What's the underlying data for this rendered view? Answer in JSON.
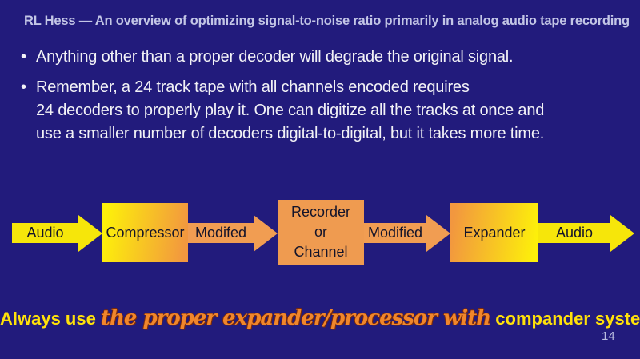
{
  "header": {
    "title": "RL Hess — An overview of optimizing signal-to-noise ratio primarily in analog audio tape recording"
  },
  "bullets": [
    {
      "lines": [
        "Anything other than a proper decoder will degrade the original signal."
      ]
    },
    {
      "lines": [
        "Remember, a 24 track tape with all channels encoded requires",
        "24 decoders to properly play it. One can digitize all the tracks at once and",
        "use a smaller number of decoders digital-to-digital, but it takes more time."
      ]
    }
  ],
  "bullet_glyph": "•",
  "diagram": {
    "input_arrow": "Audio",
    "compressor": "Compressor",
    "arrow1": "Modifed",
    "recorder_lines": [
      "Recorder",
      "or",
      "Channel"
    ],
    "arrow2": "Modified",
    "expander": "Expander",
    "output_arrow": "Audio"
  },
  "footer": {
    "prefix": "Always use ",
    "emphasis": "the proper expander/processor with",
    "suffix": " compander systems."
  },
  "page_number": "14",
  "colors": {
    "background": "#221b7c",
    "header_text": "#c3c6e6",
    "body_text": "#f2f2f6",
    "arrow_yellow": "#f6e60a",
    "arrow_orange": "#f19d52",
    "box_orange": "#ef9b50",
    "box_gradient_yellow": "#fdf00a",
    "box_gradient_orange": "#f2973f",
    "footer_yellow": "#ffe10a",
    "footer_orange": "#f0862c",
    "page_number_text": "#b9bce0"
  }
}
